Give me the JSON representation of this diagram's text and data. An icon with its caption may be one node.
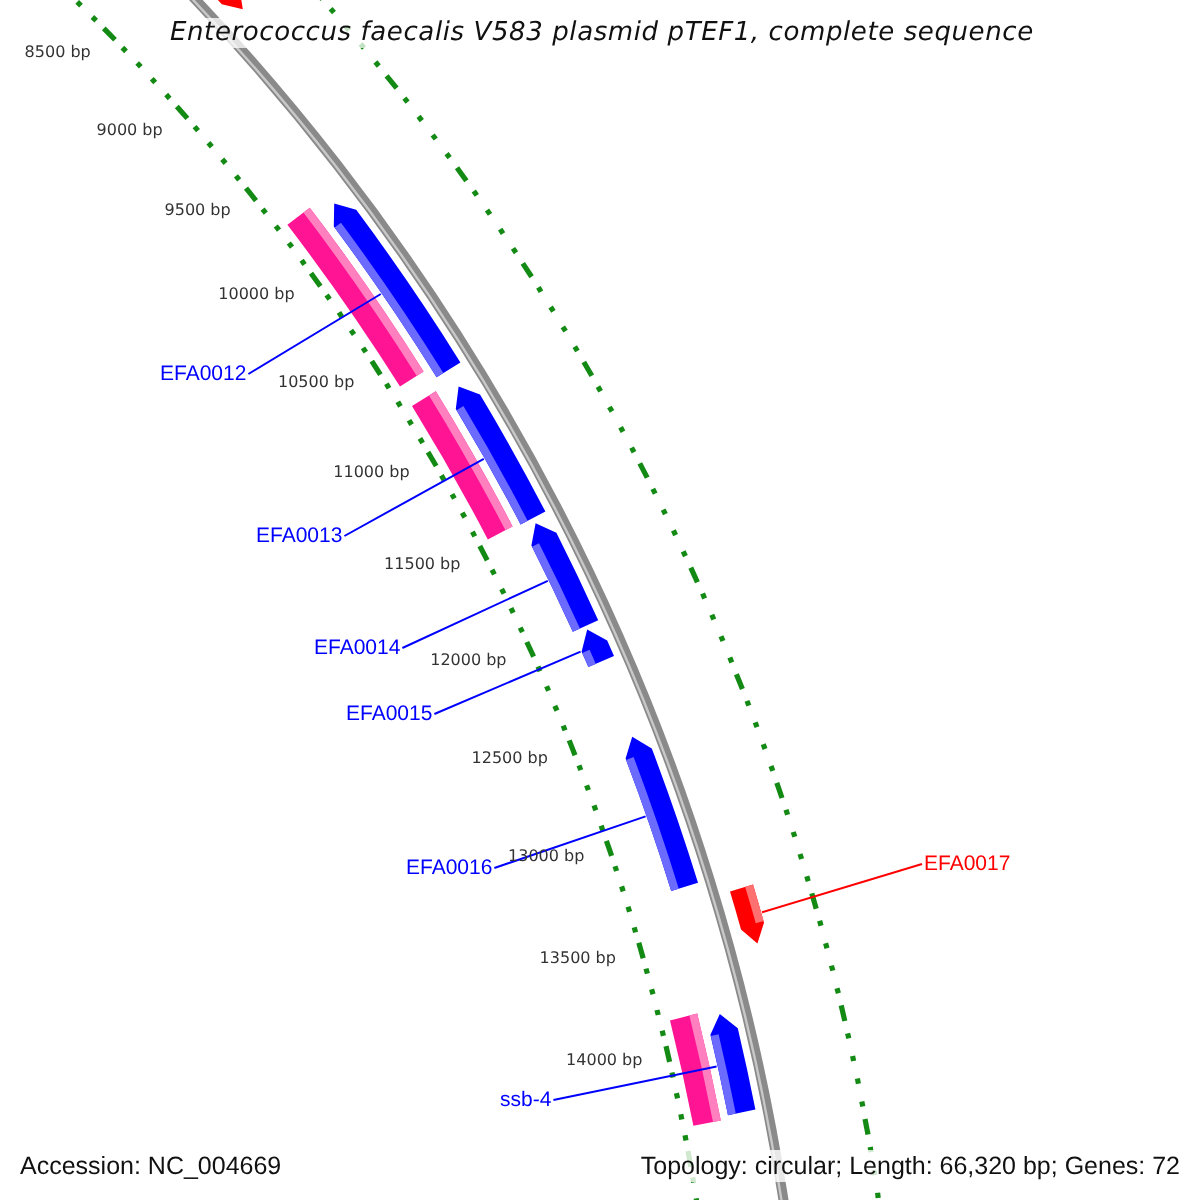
{
  "diagram": {
    "title": "Enterococcus faecalis V583 plasmid pTEF1, complete sequence",
    "nodes": [
      {
        "text": [],
        "shape": "pentagon"
      },
      {
        "text": [],
        "shape": "bar"
      },
      {
        "text": [],
        "shape": "pentagon"
      },
      {
        "text": [
          "EFA0012"
        ]
      },
      {
        "text": [],
        "shape": "bar"
      },
      {
        "text": [],
        "shape": "pentagon"
      },
      {
        "text": [
          "EFA0013"
        ]
      },
      {
        "text": [],
        "shape": "pentagon"
      },
      {
        "text": [
          "EFA0014"
        ]
      },
      {
        "text": [],
        "shape": "pentagon"
      },
      {
        "text": [
          "EFA0015"
        ]
      },
      {
        "text": [],
        "shape": "pentagon"
      },
      {
        "text": [
          "EFA0016"
        ]
      },
      {
        "text": [],
        "shape": "pentagon"
      },
      {
        "text": [
          "EFA0017"
        ]
      },
      {
        "text": [],
        "shape": "bar"
      },
      {
        "text": [],
        "shape": "pentagon"
      },
      {
        "text": [
          "ssb-4"
        ]
      }
    ],
    "edges": [
      {
        "from": 3,
        "to": 2,
        "arrow": "none"
      },
      {
        "from": 6,
        "to": 5,
        "arrow": "none"
      },
      {
        "from": 8,
        "to": 7,
        "arrow": "none"
      },
      {
        "from": 10,
        "to": 9,
        "arrow": "none"
      },
      {
        "from": 12,
        "to": 11,
        "arrow": "none"
      },
      {
        "from": 14,
        "to": 13,
        "arrow": "none",
        "color": "#ff0000"
      },
      {
        "from": 17,
        "to": 16,
        "arrow": "none"
      }
    ],
    "labels": [
      "8500 bp",
      "9000 bp",
      "9500 bp",
      "10000 bp",
      "10500 bp",
      "11000 bp",
      "11500 bp",
      "12000 bp",
      "12500 bp",
      "13000 bp",
      "13500 bp",
      "14000 bp",
      "Accession: NC_004669",
      "Topology: circular; Length: 66,320 bp; Genes: 72"
    ]
  }
}
